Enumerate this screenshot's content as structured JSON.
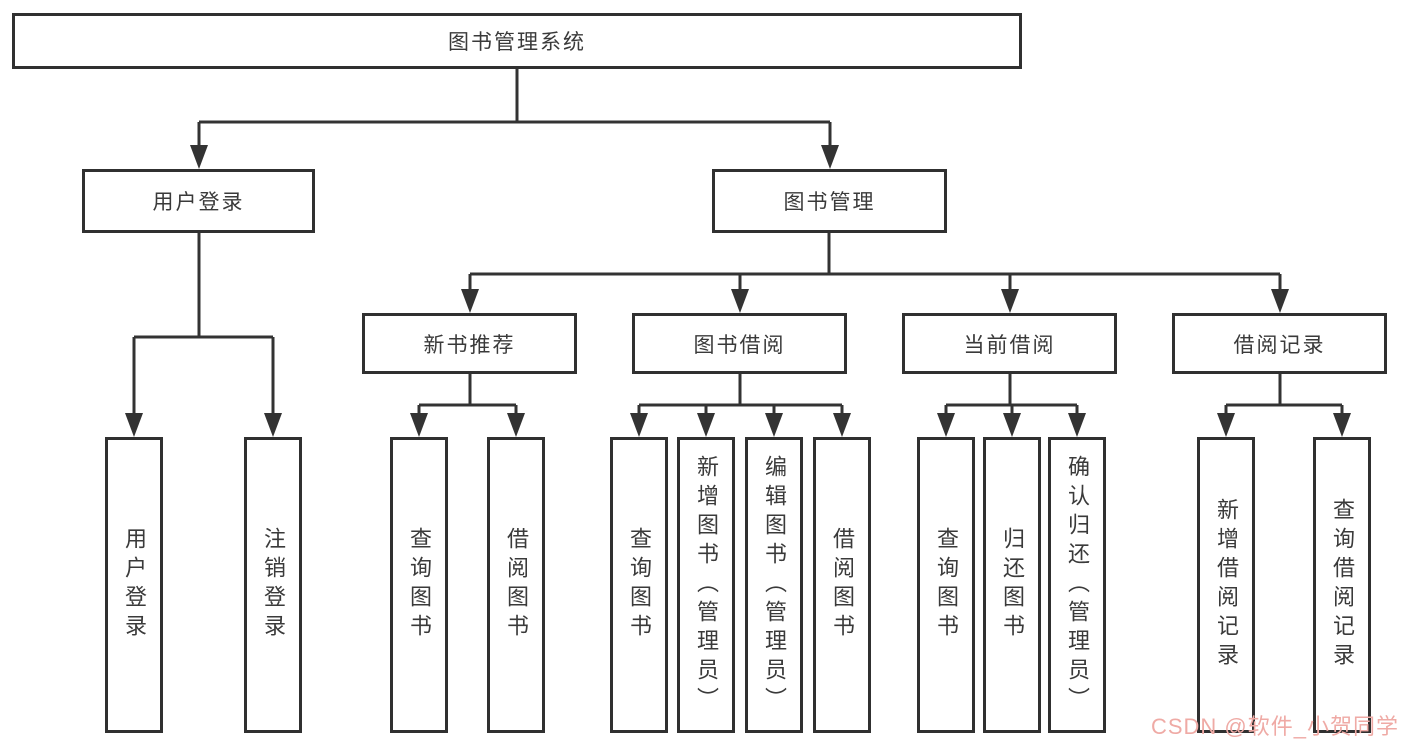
{
  "diagram": {
    "root": {
      "label": "图书管理系统",
      "children": [
        {
          "label": "用户登录",
          "children": [
            {
              "label": "用户登录"
            },
            {
              "label": "注销登录"
            }
          ]
        },
        {
          "label": "图书管理",
          "children": [
            {
              "label": "新书推荐",
              "children": [
                {
                  "label": "查询图书"
                },
                {
                  "label": "借阅图书"
                }
              ]
            },
            {
              "label": "图书借阅",
              "children": [
                {
                  "label": "查询图书"
                },
                {
                  "label": "新增图书（管理员）"
                },
                {
                  "label": "编辑图书（管理员）"
                },
                {
                  "label": "借阅图书"
                }
              ]
            },
            {
              "label": "当前借阅",
              "children": [
                {
                  "label": "查询图书"
                },
                {
                  "label": "归还图书"
                },
                {
                  "label": "确认归还（管理员）"
                }
              ]
            },
            {
              "label": "借阅记录",
              "children": [
                {
                  "label": "新增借阅记录"
                },
                {
                  "label": "查询借阅记录"
                }
              ]
            }
          ]
        }
      ]
    }
  },
  "watermark": {
    "text": "CSDN @软件_小贺同学",
    "color": "#efaaa5"
  },
  "colors": {
    "line": "#333333",
    "box_border": "#303030",
    "text": "#3a3a3a",
    "background": "#ffffff"
  }
}
